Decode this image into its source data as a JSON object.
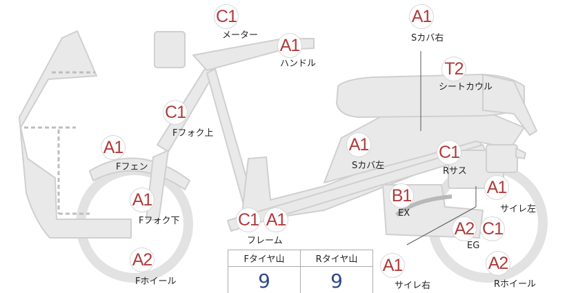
{
  "parts": [
    {
      "id": "meter",
      "grade": "C1",
      "label": "メーター"
    },
    {
      "id": "handle",
      "grade": "A1",
      "label": "ハンドル"
    },
    {
      "id": "s-cover-right",
      "grade": "A1",
      "label": "Sカバ右"
    },
    {
      "id": "seat-cowl",
      "grade": "T2",
      "label": "シートカウル"
    },
    {
      "id": "f-fork-upper",
      "grade": "C1",
      "label": "Fフォク上"
    },
    {
      "id": "f-fender",
      "grade": "A1",
      "label": "Fフェン"
    },
    {
      "id": "s-cover-left",
      "grade": "A1",
      "label": "Sカバ左"
    },
    {
      "id": "r-suspension",
      "grade": "C1",
      "label": "Rサス"
    },
    {
      "id": "silencer-left",
      "grade": "A1",
      "label": "サイレ左"
    },
    {
      "id": "exhaust",
      "grade": "B1",
      "label": "EX"
    },
    {
      "id": "f-fork-lower",
      "grade": "A1",
      "label": "Fフォク下"
    },
    {
      "id": "frame",
      "grades": [
        "C1",
        "A1"
      ],
      "label": "フレーム"
    },
    {
      "id": "engine",
      "grades": [
        "A2",
        "C1"
      ],
      "label": "EG"
    },
    {
      "id": "f-wheel",
      "grade": "A2",
      "label": "Fホイール"
    },
    {
      "id": "silencer-right",
      "grade": "A1",
      "label": "サイレ右"
    },
    {
      "id": "r-wheel",
      "grade": "A2",
      "label": "Rホイール"
    }
  ],
  "tires": {
    "front_label": "Fタイヤ山",
    "rear_label": "Rタイヤ山",
    "front_value": "9",
    "rear_value": "9"
  },
  "colors": {
    "badge_text": "#b03a3a",
    "value_text": "#2f4a86",
    "body_fill": "#e9e9e9",
    "body_stroke": "#cfcfcf"
  }
}
